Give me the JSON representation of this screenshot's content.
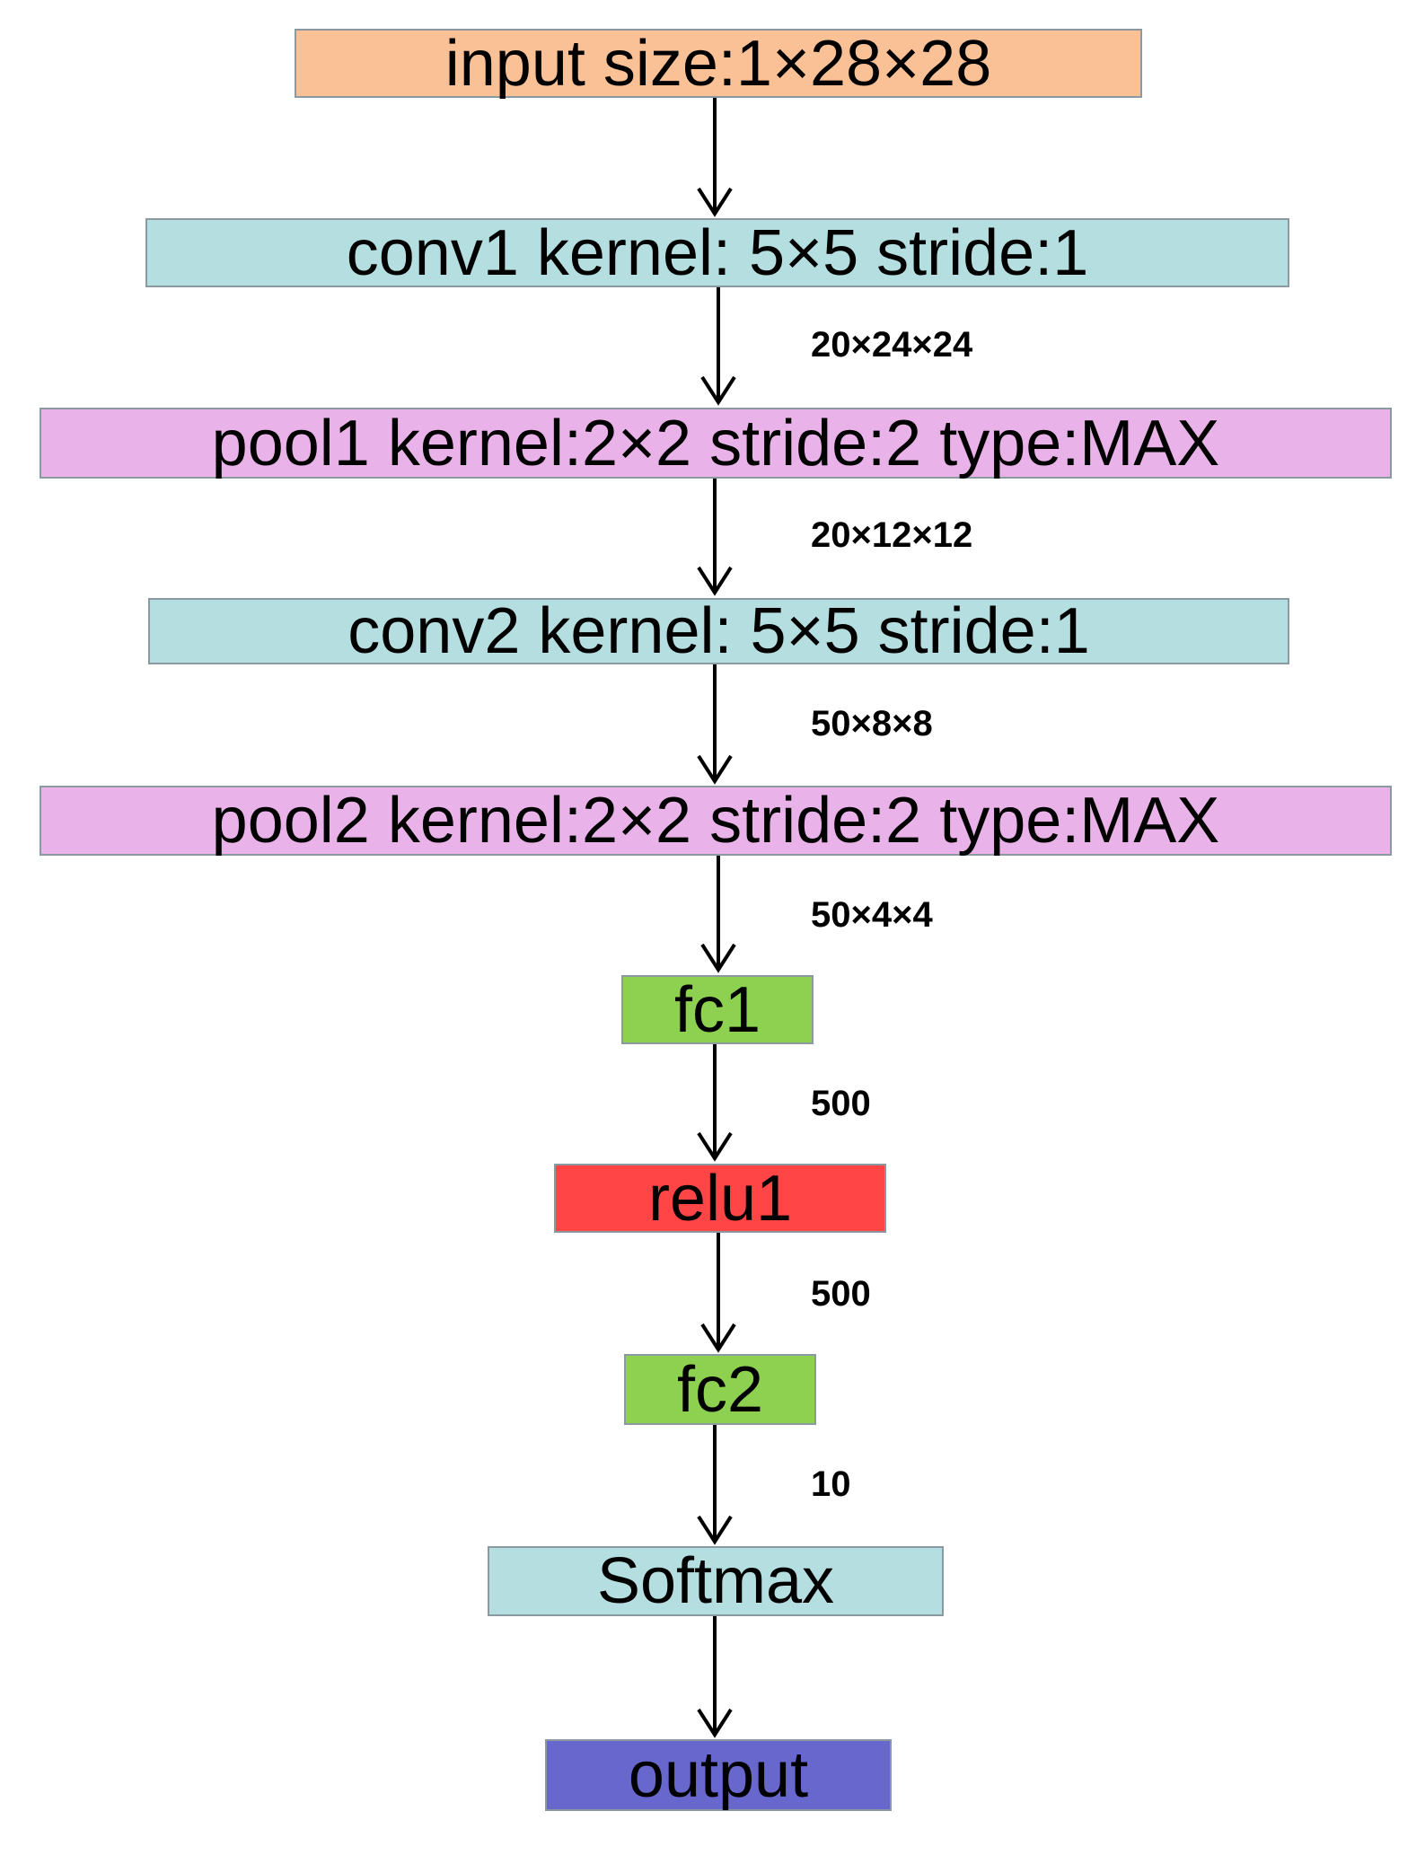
{
  "nodes": {
    "input": {
      "label": "input size:1×28×28",
      "color": "#F9C195"
    },
    "conv1": {
      "label": "conv1  kernel:  5×5 stride:1",
      "color": "#B5DEE0"
    },
    "pool1": {
      "label": "pool1 kernel:2×2 stride:2 type:MAX",
      "color": "#E9B2E8"
    },
    "conv2": {
      "label": "conv2  kernel:  5×5 stride:1",
      "color": "#B5DEE0"
    },
    "pool2": {
      "label": "pool2 kernel:2×2 stride:2 type:MAX",
      "color": "#E9B2E8"
    },
    "fc1": {
      "label": "fc1",
      "color": "#8ED04F"
    },
    "relu1": {
      "label": "relu1",
      "color": "#FF4545"
    },
    "fc2": {
      "label": "fc2",
      "color": "#8ED04F"
    },
    "softmax": {
      "label": "Softmax",
      "color": "#B5DEE0"
    },
    "output": {
      "label": "output",
      "color": "#6767CE"
    }
  },
  "dims": {
    "conv1_out": "20×24×24",
    "pool1_out": "20×12×12",
    "conv2_out": "50×8×8",
    "pool2_out": "50×4×4",
    "fc1_out": "500",
    "relu1_out": "500",
    "fc2_out": "10"
  }
}
